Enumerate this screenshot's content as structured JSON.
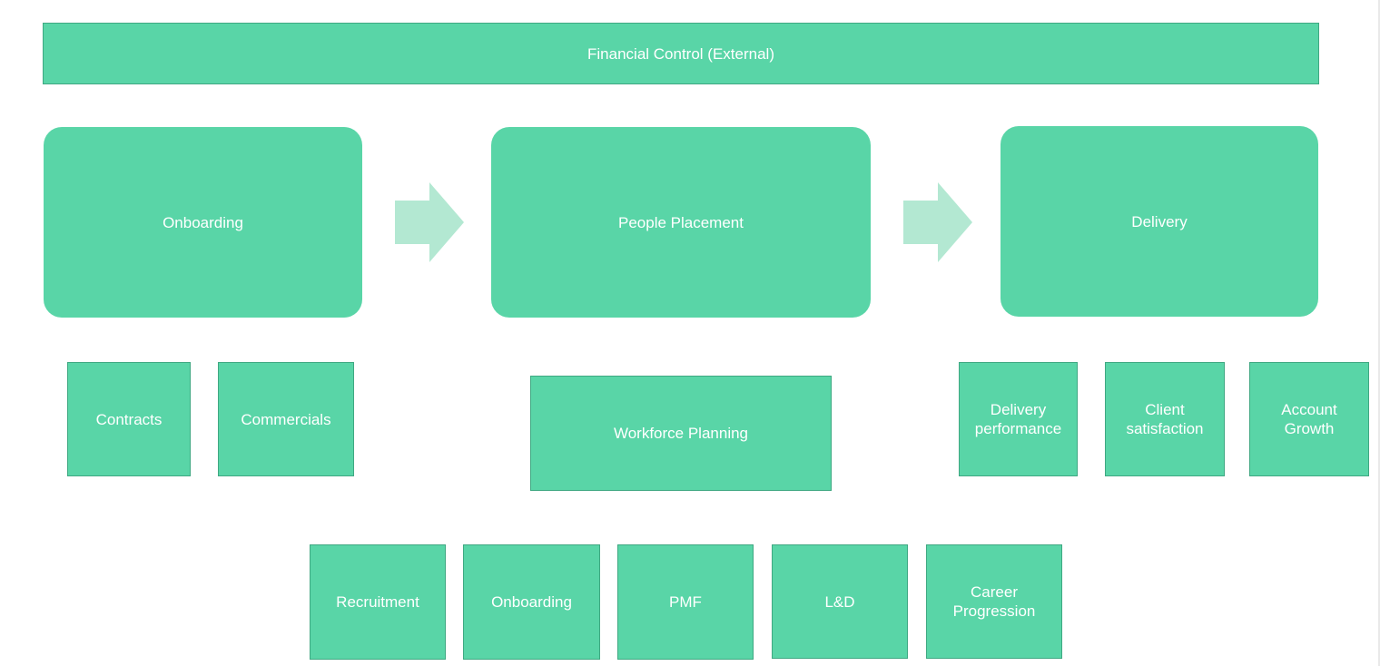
{
  "colors": {
    "node_fill": "#59d5a7",
    "node_border": "#3fa882",
    "arrow_fill": "#b3e8d2",
    "text": "#ffffff"
  },
  "top_bar": {
    "label": "Financial Control (External)"
  },
  "stages": {
    "onboarding": {
      "label": "Onboarding"
    },
    "people_placement": {
      "label": "People Placement"
    },
    "delivery": {
      "label": "Delivery"
    }
  },
  "onboarding_items": {
    "contracts": {
      "label": "Contracts"
    },
    "commercials": {
      "label": "Commercials"
    }
  },
  "placement_items": {
    "workforce_planning": {
      "label": "Workforce Planning"
    }
  },
  "delivery_items": {
    "delivery_performance": {
      "label": "Delivery\nperformance"
    },
    "client_satisfaction": {
      "label": "Client\nsatisfaction"
    },
    "account_growth": {
      "label": "Account\nGrowth"
    }
  },
  "workforce_items": {
    "recruitment": {
      "label": "Recruitment"
    },
    "onboarding": {
      "label": "Onboarding"
    },
    "pmf": {
      "label": "PMF"
    },
    "l_and_d": {
      "label": "L&D"
    },
    "career_progression": {
      "label": "Career\nProgression"
    }
  }
}
